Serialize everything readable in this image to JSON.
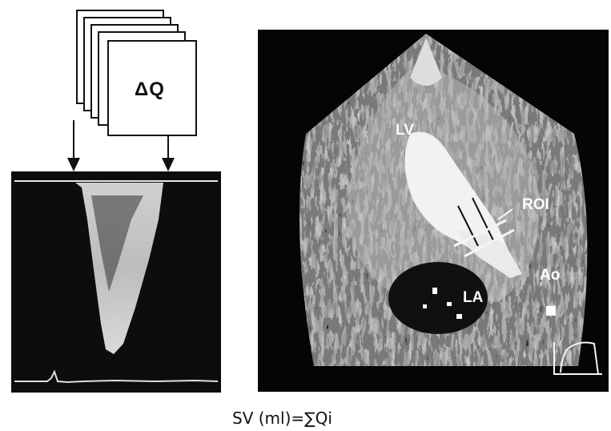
{
  "stack_label": "ΔQ",
  "echo_labels": {
    "lv": "LV",
    "roi": "ROI",
    "ao": "Ao",
    "la": "LA"
  },
  "formula": "SV (ml)=∑Qi"
}
